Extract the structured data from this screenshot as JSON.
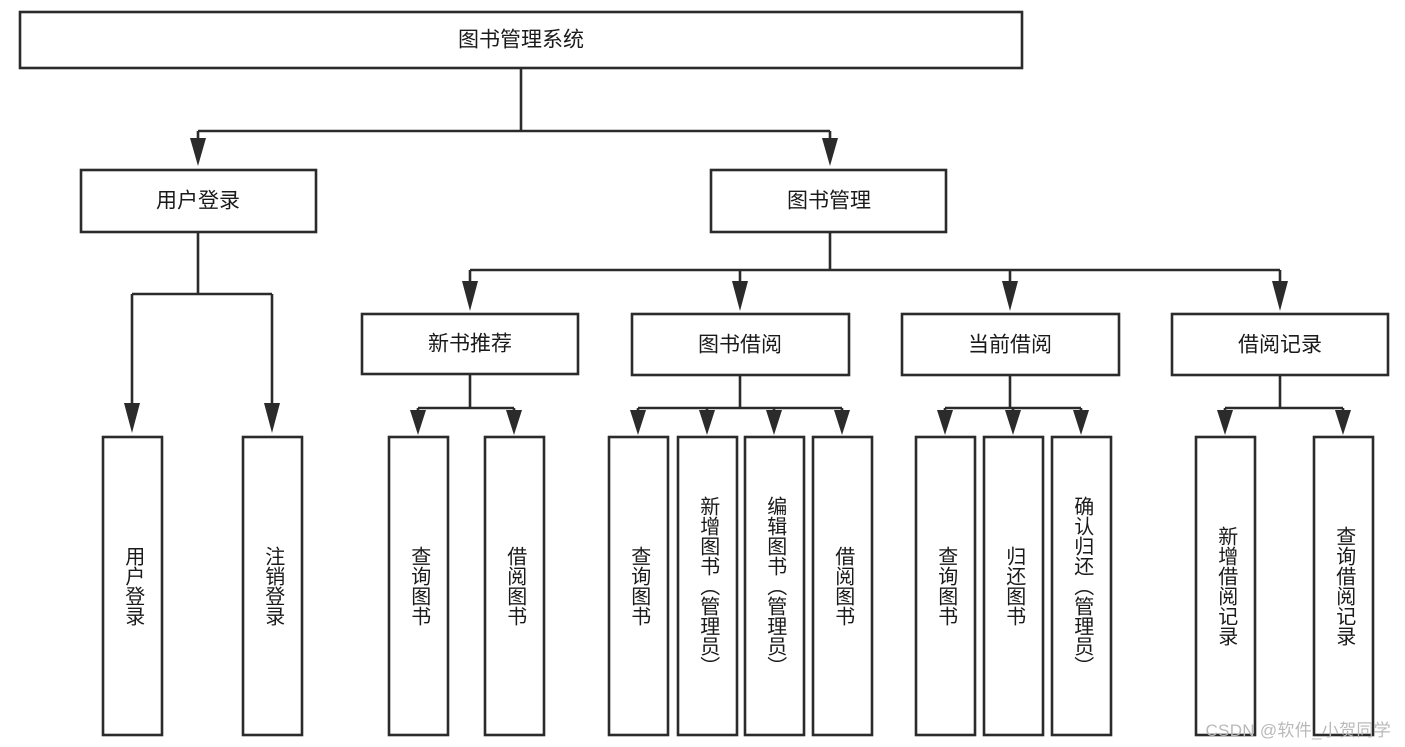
{
  "diagram": {
    "title": "图书管理系统",
    "type": "tree",
    "orientation": "top-down",
    "colors": {
      "box_fill": "#ffffff",
      "box_stroke": "#2b2b2b",
      "text": "#1a1a1a",
      "watermark": "#b9b9b9",
      "background": "#ffffff"
    },
    "root": {
      "id": "root",
      "label": "图书管理系统",
      "text_orientation": "horizontal"
    },
    "level2": [
      {
        "id": "user-login",
        "label": "用户登录",
        "text_orientation": "horizontal"
      },
      {
        "id": "book-manage",
        "label": "图书管理",
        "text_orientation": "horizontal"
      }
    ],
    "level3": [
      {
        "id": "new-book-recommend",
        "label": "新书推荐",
        "parent": "book-manage",
        "text_orientation": "horizontal"
      },
      {
        "id": "book-borrow",
        "label": "图书借阅",
        "parent": "book-manage",
        "text_orientation": "horizontal"
      },
      {
        "id": "current-borrow",
        "label": "当前借阅",
        "parent": "book-manage",
        "text_orientation": "horizontal"
      },
      {
        "id": "borrow-record",
        "label": "借阅记录",
        "parent": "book-manage",
        "text_orientation": "horizontal"
      }
    ],
    "leaves": [
      {
        "id": "leaf-user-login",
        "label": "用户登录",
        "parent": "user-login",
        "text_orientation": "vertical"
      },
      {
        "id": "leaf-user-logout",
        "label": "注销登录",
        "parent": "user-login",
        "text_orientation": "vertical"
      },
      {
        "id": "leaf-query-book-1",
        "label": "查询图书",
        "parent": "new-book-recommend",
        "text_orientation": "vertical"
      },
      {
        "id": "leaf-borrow-book-1",
        "label": "借阅图书",
        "parent": "new-book-recommend",
        "text_orientation": "vertical"
      },
      {
        "id": "leaf-query-book-2",
        "label": "查询图书",
        "parent": "book-borrow",
        "text_orientation": "vertical"
      },
      {
        "id": "leaf-add-book",
        "label": "新增图书（管理员）",
        "parent": "book-borrow",
        "text_orientation": "vertical"
      },
      {
        "id": "leaf-edit-book",
        "label": "编辑图书（管理员）",
        "parent": "book-borrow",
        "text_orientation": "vertical"
      },
      {
        "id": "leaf-borrow-book-2",
        "label": "借阅图书",
        "parent": "book-borrow",
        "text_orientation": "vertical"
      },
      {
        "id": "leaf-query-book-3",
        "label": "查询图书",
        "parent": "current-borrow",
        "text_orientation": "vertical"
      },
      {
        "id": "leaf-return-book",
        "label": "归还图书",
        "parent": "current-borrow",
        "text_orientation": "vertical"
      },
      {
        "id": "leaf-confirm-return",
        "label": "确认归还（管理员）",
        "parent": "current-borrow",
        "text_orientation": "vertical"
      },
      {
        "id": "leaf-add-record",
        "label": "新增借阅记录",
        "parent": "borrow-record",
        "text_orientation": "vertical"
      },
      {
        "id": "leaf-query-record",
        "label": "查询借阅记录",
        "parent": "borrow-record",
        "text_orientation": "vertical"
      }
    ]
  },
  "watermark": {
    "text": "CSDN @软件_小贺同学"
  }
}
